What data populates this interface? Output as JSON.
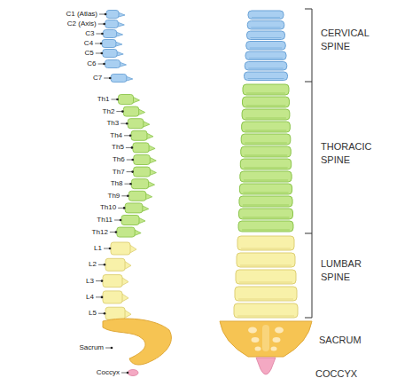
{
  "diagram": {
    "labels": [
      "C1 (Atlas)",
      "C2 (Axis)",
      "C3",
      "C4",
      "C5",
      "C6",
      "C7",
      "Th1",
      "Th2",
      "Th3",
      "Th4",
      "Th5",
      "Th6",
      "Th7",
      "Th8",
      "Th9",
      "Th10",
      "Th11",
      "Th12",
      "L1",
      "L2",
      "L3",
      "L4",
      "L5",
      "Sacrum",
      "Coccyx",
      "CERVICAL SPINE",
      "THORACIC SPINE",
      "LUMBAR SPINE",
      "SACRUM",
      "COCCYX"
    ]
  }
}
